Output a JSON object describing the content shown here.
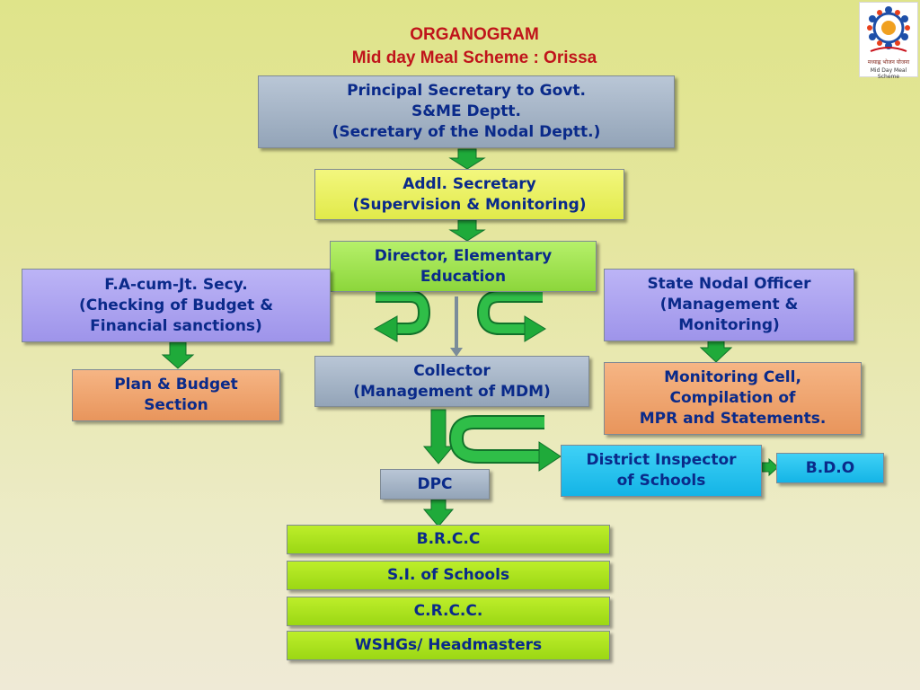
{
  "header": {
    "title_line1": "ORGANOGRAM",
    "title_line2": "Mid day Meal Scheme : Orissa"
  },
  "logo": {
    "line1": "मध्याह्न भोजन योजना",
    "line2": "Mid Day Meal Scheme"
  },
  "nodes": {
    "principal_secretary": "Principal Secretary to Govt.\nS&ME Deptt.\n(Secretary of the Nodal Deptt.)",
    "addl_secretary": "Addl. Secretary\n(Supervision & Monitoring)",
    "director": "Director, Elementary\nEducation",
    "fa_jt_secy": "F.A-cum-Jt. Secy.\n(Checking of Budget &\nFinancial sanctions)",
    "state_nodal_officer": "State Nodal Officer\n(Management &\nMonitoring)",
    "plan_budget": "Plan & Budget\nSection",
    "collector": "Collector\n(Management of MDM)",
    "monitoring_cell": "Monitoring Cell,\nCompilation of\nMPR and Statements.",
    "district_inspector": "District Inspector\nof Schools",
    "bdo": "B.D.O",
    "dpc": "DPC",
    "brcc": "B.R.C.C",
    "si_schools": "S.I. of Schools",
    "crcc": "C.R.C.C.",
    "wshgs": "WSHGs/ Headmasters"
  },
  "colors": {
    "title": "#c0141b",
    "node_text": "#0a2a8a",
    "arrow_green": "#1faa3a",
    "connector_grey": "#7b8c9a"
  }
}
